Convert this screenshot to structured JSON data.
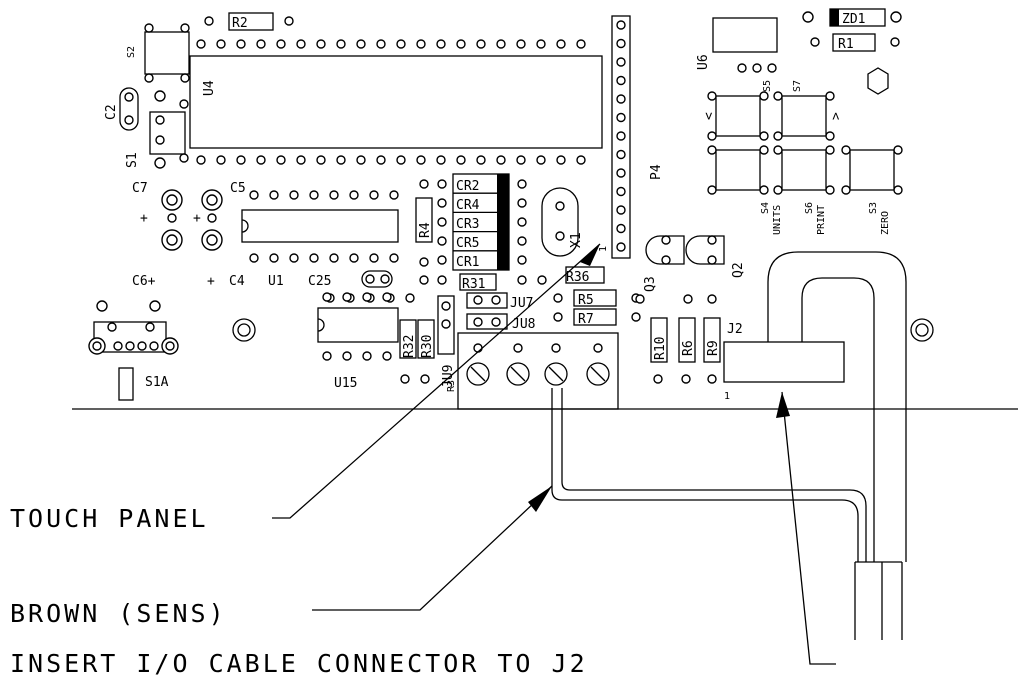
{
  "components": {
    "R2": "R2",
    "ZD1": "ZD1",
    "R1": "R1",
    "S2": "S2",
    "U4": "U4",
    "U6": "U6",
    "S5": "S5",
    "S7": "S7",
    "C2": "C2",
    "S1": "S1",
    "P4": "P4",
    "pin1_P4": "1",
    "C7": "C7",
    "C5": "C5",
    "CR2": "CR2",
    "CR4": "CR4",
    "CR3": "CR3",
    "CR5": "CR5",
    "CR1": "CR1",
    "R4": "R4",
    "X1": "X1",
    "S4": "S4",
    "UNITS": "UNITS",
    "S6": "S6",
    "PRINT": "PRINT",
    "S3": "S3",
    "ZERO": "ZERO",
    "C6": "C6+",
    "C4": "C4",
    "U1": "U1",
    "C25": "C25",
    "R36": "R36",
    "Q3": "Q3",
    "Q2": "Q2",
    "R31": "R31",
    "JU7": "JU7",
    "JU8": "JU8",
    "R5": "R5",
    "R7": "R7",
    "R32": "R32",
    "R30": "R30",
    "JU9": "JU9",
    "R3": "R3",
    "U15": "U15",
    "S1A": "S1A",
    "R10": "R10",
    "R6": "R6",
    "R9": "R9",
    "J2": "J2",
    "pin1_J2": "1",
    "plus1": "+",
    "plus2": "+",
    "plus3": "+",
    "arrow_lt": "<",
    "arrow_gt": ">"
  },
  "callouts": {
    "touch_panel": "TOUCH PANEL",
    "brown_sens": "BROWN (SENS)",
    "insert_cable": "INSERT I/O CABLE CONNECTOR TO J2"
  }
}
